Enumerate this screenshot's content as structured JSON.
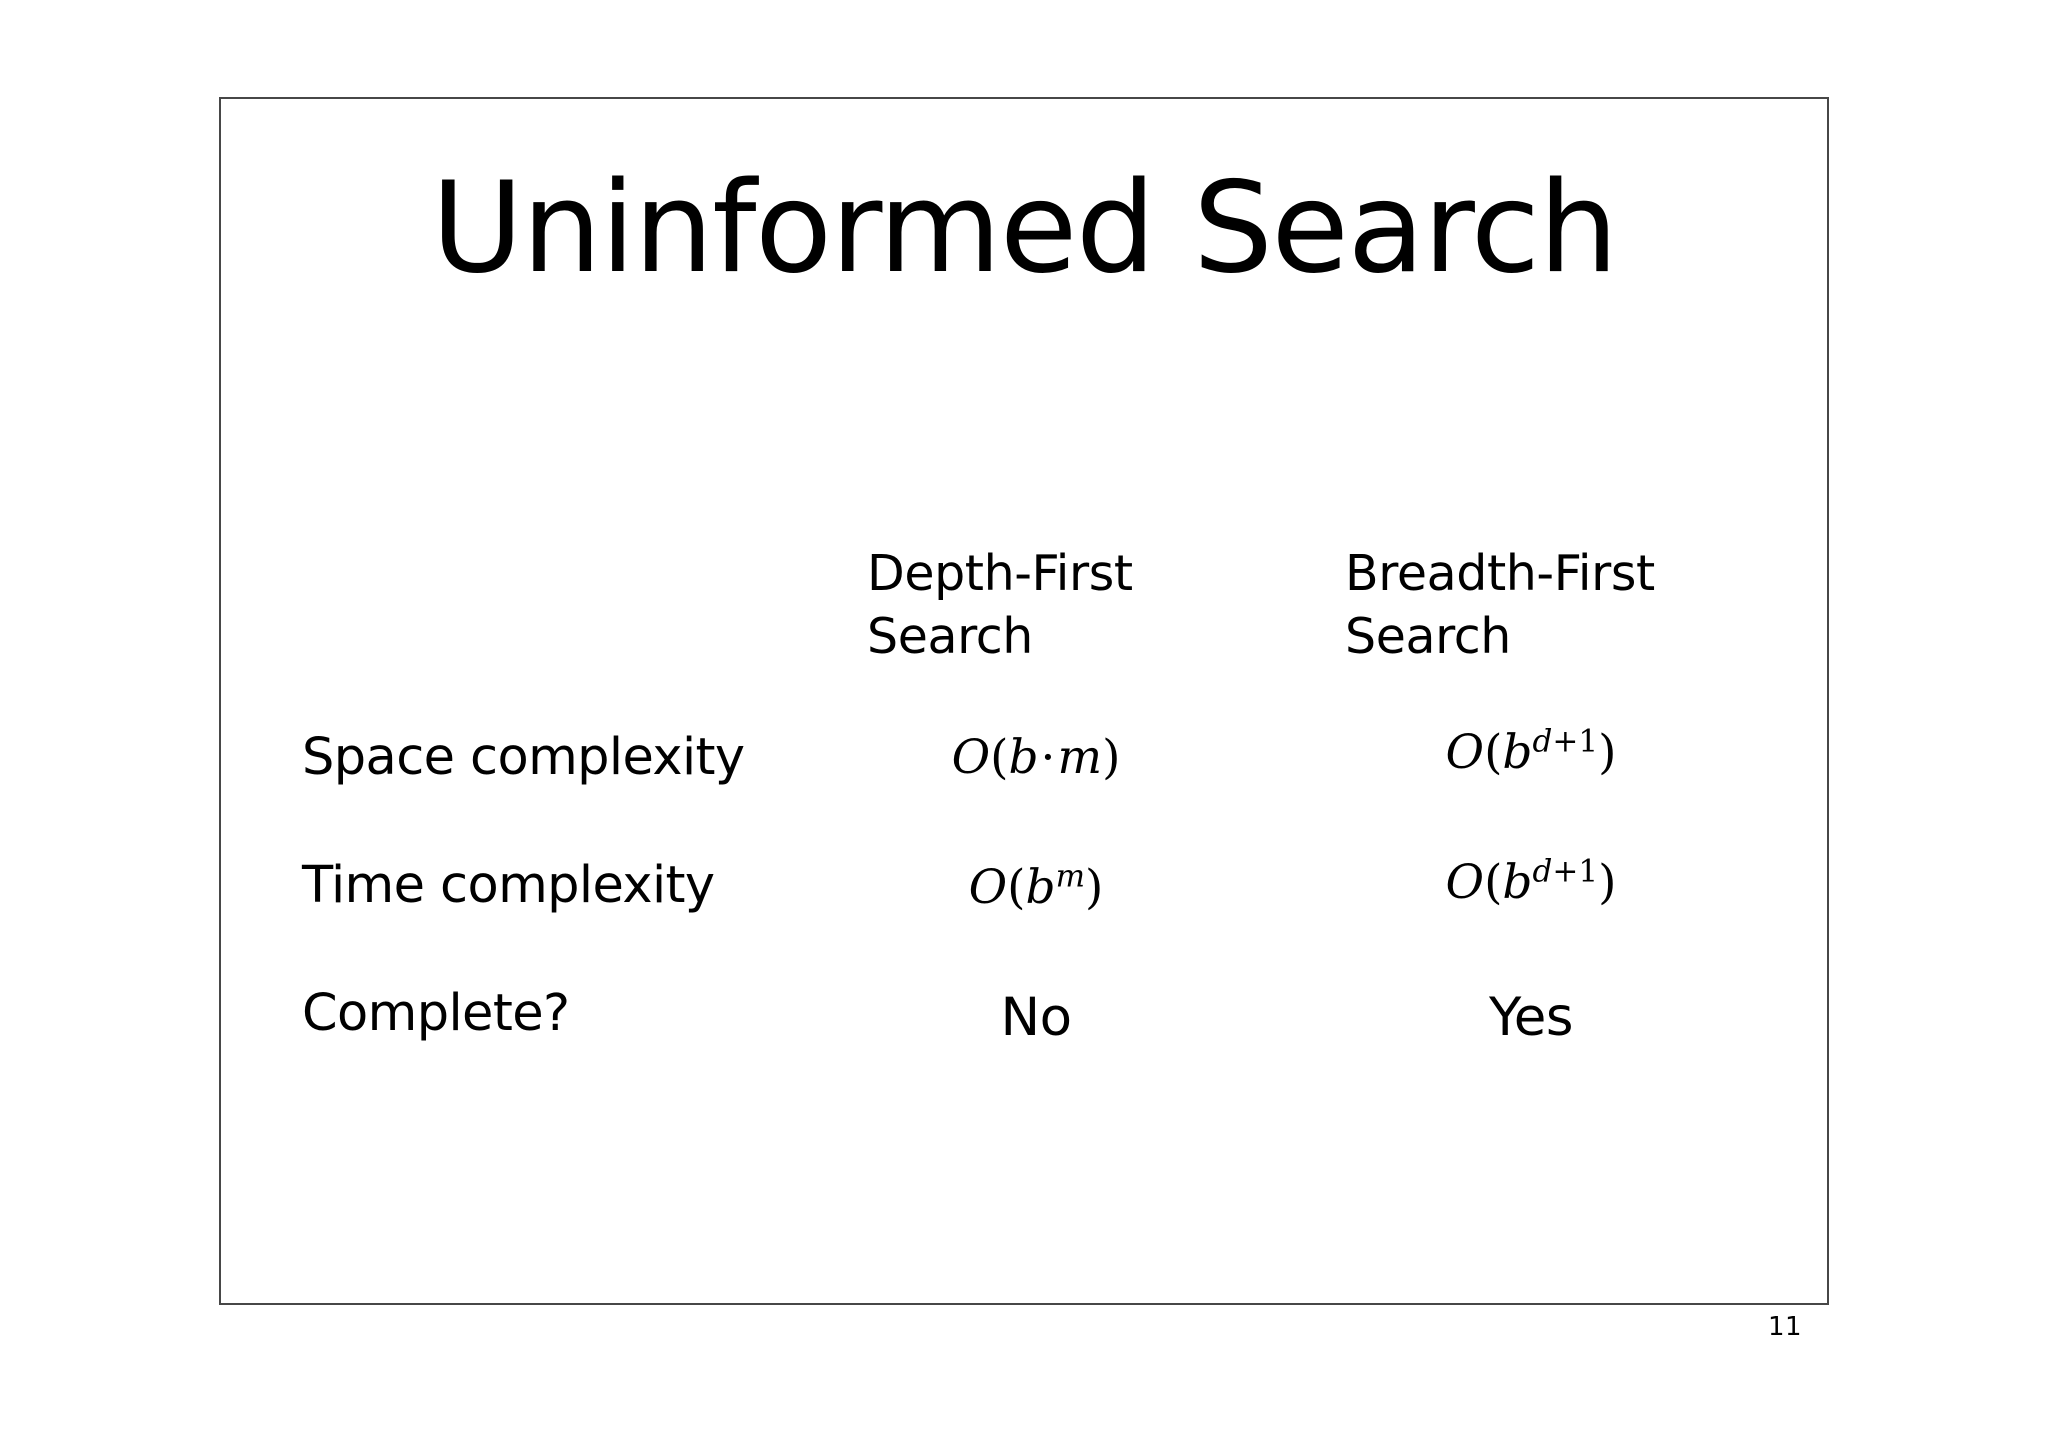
{
  "slide": {
    "title": "Uninformed Search",
    "page_number": "11",
    "border_color": "#474747",
    "background_color": "#ffffff",
    "text_color": "#000000"
  },
  "table": {
    "corner_label": "",
    "column_headers": [
      {
        "id": "dfs",
        "line1": "Depth-First",
        "line2": "Search",
        "full": "Depth-First Search"
      },
      {
        "id": "bfs",
        "line1": "Breadth-First",
        "line2": "Search",
        "full": "Breadth-First Search"
      }
    ],
    "rows": [
      {
        "label": "Space complexity",
        "dfs": {
          "latex": "O(b \\cdot m)",
          "plain": "O(b · m)",
          "kind": "math"
        },
        "bfs": {
          "latex": "O(b^{d+1})",
          "plain": "O(b^(d+1))",
          "kind": "math"
        }
      },
      {
        "label": "Time complexity",
        "dfs": {
          "latex": "O(b^m)",
          "plain": "O(b^m)",
          "kind": "math"
        },
        "bfs": {
          "latex": "O(b^{d+1})",
          "plain": "O(b^(d+1))",
          "kind": "math"
        }
      },
      {
        "label": "Complete?",
        "dfs": {
          "text": "No",
          "kind": "text"
        },
        "bfs": {
          "text": "Yes",
          "kind": "text"
        }
      }
    ],
    "math_symbols": {
      "big_o": "O",
      "open_paren": "(",
      "close_paren": ")",
      "branching_factor": "b",
      "max_depth": "m",
      "solution_depth": "d",
      "times_dot": "·",
      "plus": "+",
      "one": "1"
    }
  }
}
